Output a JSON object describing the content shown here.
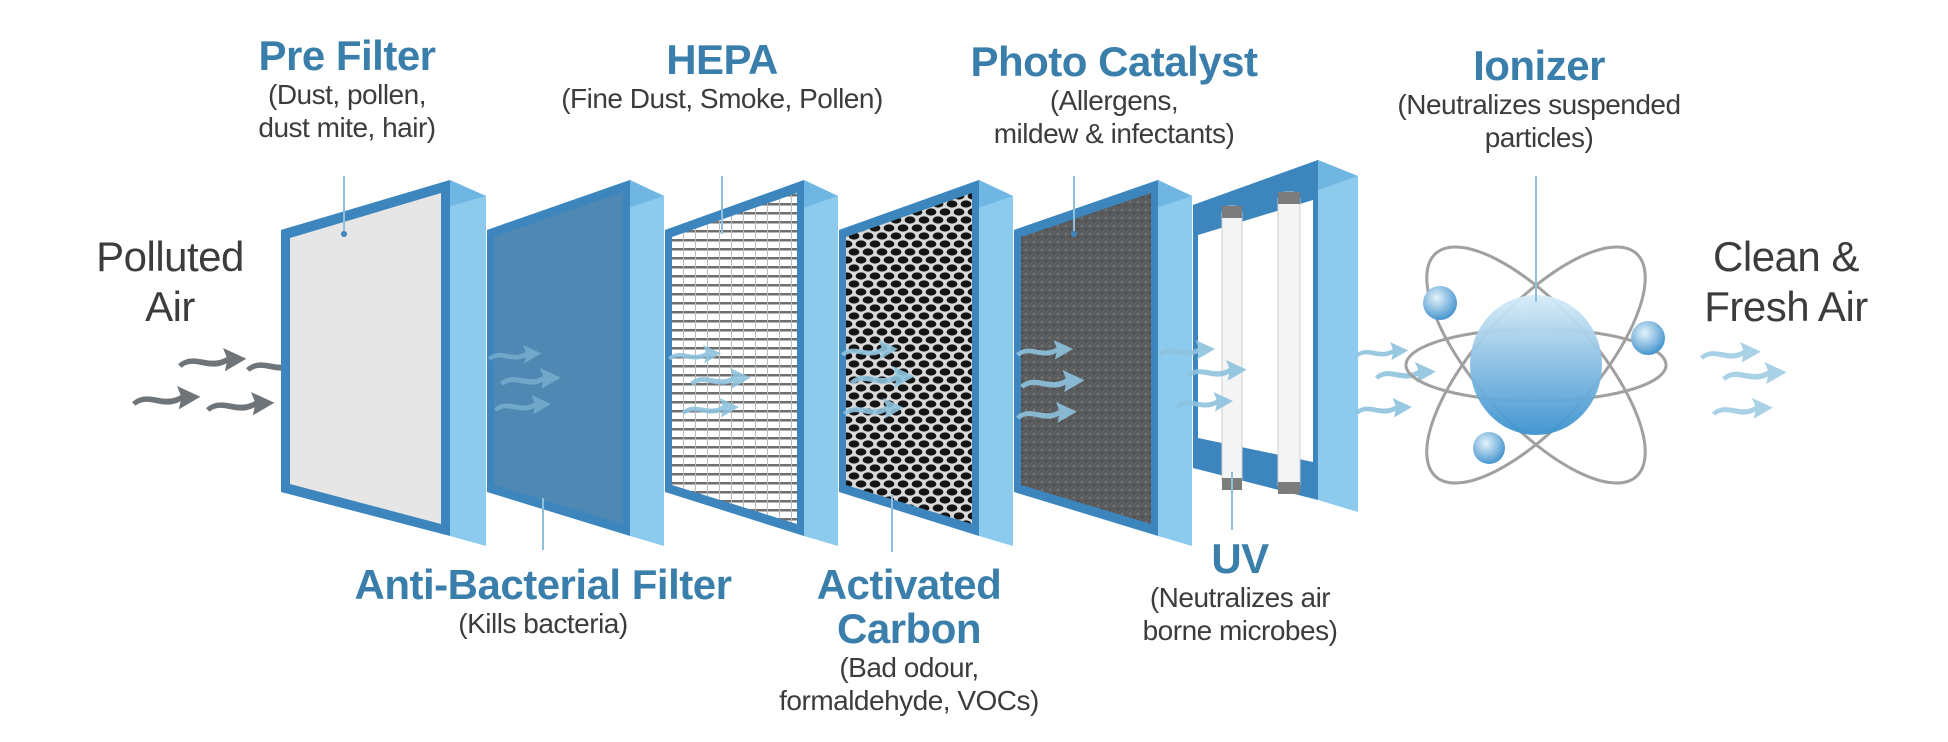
{
  "diagram": {
    "input_label": {
      "line1": "Polluted",
      "line2": "Air"
    },
    "output_label": {
      "line1": "Clean &",
      "line2": "Fresh Air"
    },
    "stages": [
      {
        "id": "pre-filter",
        "title": "Pre Filter",
        "desc_line1": "(Dust, pollen,",
        "desc_line2": "dust mite, hair)",
        "position": "top"
      },
      {
        "id": "anti-bacterial",
        "title": "Anti-Bacterial Filter",
        "desc_line1": "(Kills bacteria)",
        "position": "bottom"
      },
      {
        "id": "hepa",
        "title": "HEPA",
        "desc_line1": "(Fine Dust, Smoke, Pollen)",
        "position": "top"
      },
      {
        "id": "activated-carbon",
        "title_line1": "Activated",
        "title_line2": "Carbon",
        "desc_line1": "(Bad odour,",
        "desc_line2": "formaldehyde, VOCs)",
        "position": "bottom"
      },
      {
        "id": "photo-catalyst",
        "title": "Photo Catalyst",
        "desc_line1": "(Allergens,",
        "desc_line2": "mildew & infectants)",
        "position": "top"
      },
      {
        "id": "uv",
        "title": "UV",
        "desc_line1": "(Neutralizes air",
        "desc_line2": "borne microbes)",
        "position": "bottom"
      },
      {
        "id": "ionizer",
        "title": "Ionizer",
        "desc_line1": "(Neutralizes suspended",
        "desc_line2": "particles)",
        "position": "top"
      }
    ],
    "colors": {
      "title_blue": "#3a7fab",
      "frame_dark": "#3d86bd",
      "frame_light": "#8ccbee",
      "text_gray": "#3c3c3c",
      "arrow_gray": "#6e7478",
      "arrow_blue": "#8ec3de"
    }
  }
}
